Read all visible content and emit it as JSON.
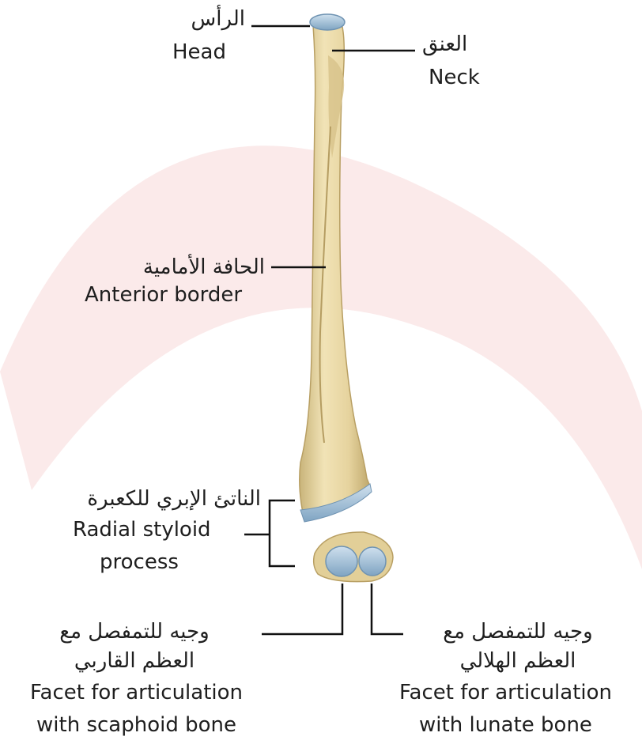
{
  "labels": {
    "head": {
      "ar": "الرأس",
      "en": "Head"
    },
    "neck": {
      "ar": "العنق",
      "en": "Neck"
    },
    "anterior_border": {
      "ar": "الحافة الأمامية",
      "en": "Anterior border"
    },
    "radial_styloid": {
      "ar": "الناتئ الإبري للكعبرة",
      "en_line1": "Radial styloid",
      "en_line2": "process"
    },
    "scaphoid_facet": {
      "ar_line1": "وجيه للتمفصل مع",
      "ar_line2": "العظم القاربي",
      "en_line1": "Facet for articulation",
      "en_line2": "with scaphoid bone"
    },
    "lunate_facet": {
      "ar_line1": "وجيه للتمفصل مع",
      "ar_line2": "العظم الهلالي",
      "en_line1": "Facet for articulation",
      "en_line2": "with lunate bone"
    }
  },
  "colors": {
    "bone": "#ecdcaa",
    "bone_shade": "#c9b47a",
    "cartilage": "#a9c6dc",
    "leader": "#111111",
    "watermark": "#f7e2e2"
  }
}
